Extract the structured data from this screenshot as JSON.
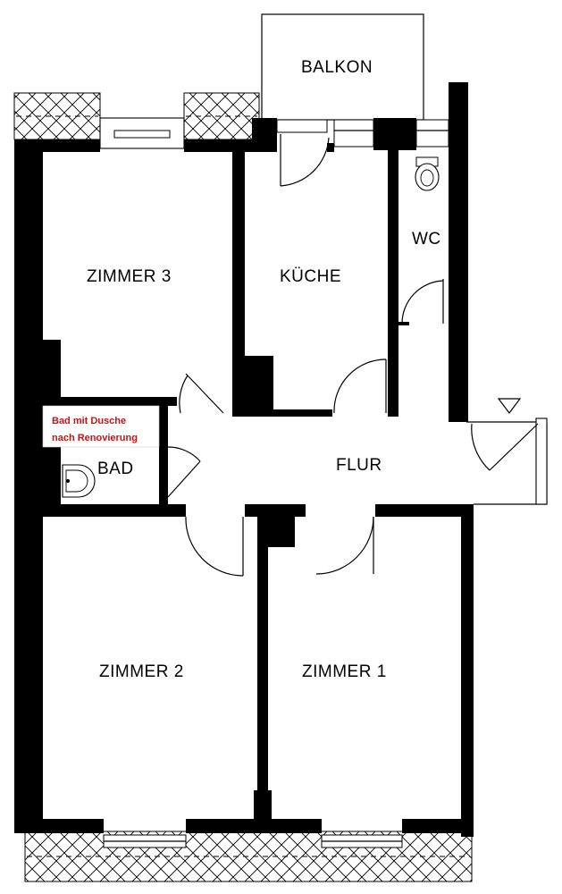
{
  "plan": {
    "rooms": {
      "balkon": "BALKON",
      "zimmer3": "ZIMMER 3",
      "kueche": "KÜCHE",
      "wc": "WC",
      "bad": "BAD",
      "flur": "FLUR",
      "zimmer2": "ZIMMER 2",
      "zimmer1": "ZIMMER 1"
    },
    "note": {
      "line1": "Bad mit Dusche",
      "line2": "nach Renovierung",
      "color": "#cc1111"
    },
    "colors": {
      "wall": "#000000",
      "background": "#ffffff"
    }
  }
}
